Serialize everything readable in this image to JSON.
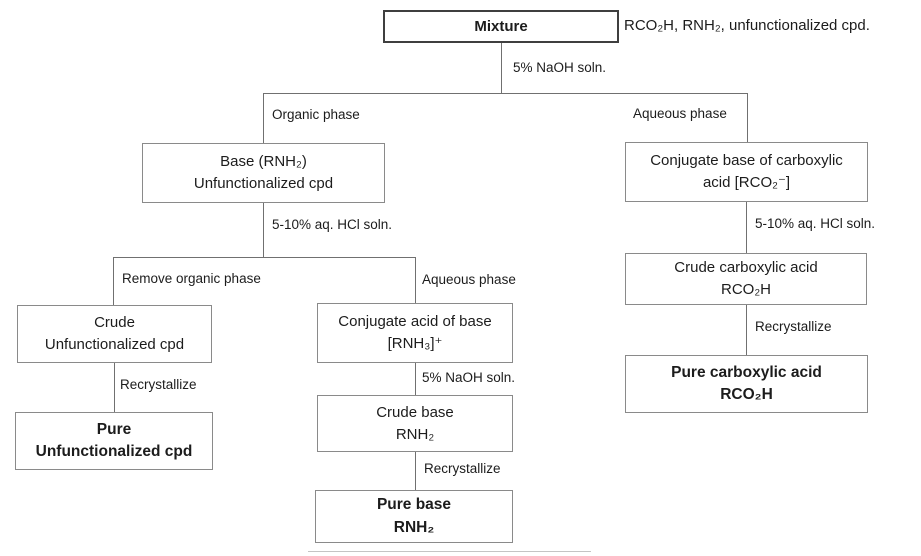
{
  "diagram": {
    "title": "Acid-base extraction separation scheme",
    "colors": {
      "box_border": "#8a8a8a",
      "emphasis_border": "#3f3f3f",
      "connector": "#707070",
      "text": "#1c1c1c",
      "background": "#ffffff"
    },
    "boxes": {
      "mixture": {
        "lines": [
          "Mixture"
        ]
      },
      "base_unfunc": {
        "lines": [
          "Base (RNH₂)",
          "Unfunctionalized cpd"
        ]
      },
      "conj_base": {
        "lines": [
          "Conjugate base of carboxylic",
          "acid [RCO₂⁻]"
        ]
      },
      "crude_unfunc": {
        "lines": [
          "Crude",
          "Unfunctionalized cpd"
        ]
      },
      "conj_acid": {
        "lines": [
          "Conjugate acid of base",
          "[RNH₃]⁺"
        ]
      },
      "crude_acid": {
        "lines": [
          "Crude carboxylic acid",
          "RCO₂H"
        ]
      },
      "pure_unfunc": {
        "lines": [
          "Pure",
          "Unfunctionalized cpd"
        ]
      },
      "crude_base": {
        "lines": [
          "Crude base",
          "RNH₂"
        ]
      },
      "pure_acid": {
        "lines": [
          "Pure carboxylic acid",
          "RCO₂H"
        ]
      },
      "pure_base": {
        "lines": [
          "Pure base",
          "RNH₂"
        ]
      }
    },
    "labels": {
      "mixture_components": "RCO₂H, RNH₂, unfunctionalized cpd.",
      "naoh_top": "5% NaOH soln.",
      "organic_phase": "Organic phase",
      "aqueous_phase_top": "Aqueous phase",
      "hcl_left": "5-10% aq. HCl soln.",
      "remove_organic_phase": "Remove organic phase",
      "aqueous_phase_mid": "Aqueous phase",
      "naoh_mid": "5% NaOH soln.",
      "recrystallize_left": "Recrystallize",
      "recrystallize_mid": "Recrystallize",
      "hcl_right": "5-10% aq. HCl soln.",
      "recrystallize_right": "Recrystallize"
    }
  }
}
